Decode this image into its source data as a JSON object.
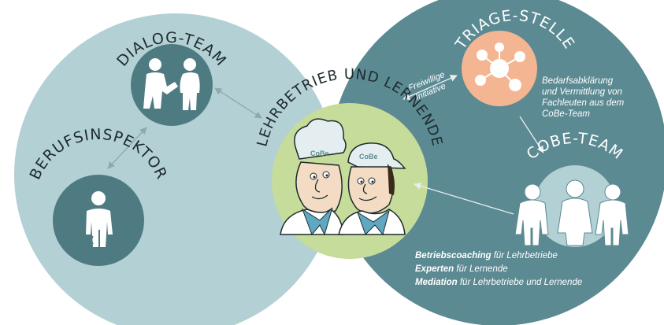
{
  "nodes": {
    "dialog": {
      "title": "DIALOG-TEAM",
      "icon": "two-people-talking-icon"
    },
    "inspector": {
      "title": "BERUFSINSPEKTOR",
      "icon": "inspector-person-icon"
    },
    "center": {
      "title": "LEHRBETRIEB UND LERNENDE",
      "badge_left": "CoBe",
      "badge_right": "CoBe"
    },
    "triage": {
      "title": "TRIAGE-STELLE",
      "icon": "network-hub-icon"
    },
    "cobe": {
      "title": "COBE-TEAM",
      "icon": "team-people-icon"
    }
  },
  "labels": {
    "voluntary_line1": "Freiwillige",
    "voluntary_line2": "Initiative",
    "triage_note_line1": "Bedarfsabklärung",
    "triage_note_line2": "und Vermittlung von",
    "triage_note_line3": "Fachleuten aus dem",
    "triage_note_line4": "CoBe-Team"
  },
  "offers": [
    {
      "strong": "Betriebscoaching",
      "rest": " für Lehrbetriebe"
    },
    {
      "strong": "Experten",
      "rest": " für Lernende"
    },
    {
      "strong": "Mediation",
      "rest": " für Lehrbetriebe und Lernende"
    }
  ],
  "colors": {
    "light_circle": "#b3d0d4",
    "dark_circle": "#5b8a92",
    "node_dark": "#4e7b82",
    "center_green": "#c5dc9a",
    "triage_orange": "#f4b592",
    "arrow": "#8fa9ad",
    "text_dark": "#1e2b2e",
    "text_light": "#ffffff"
  }
}
